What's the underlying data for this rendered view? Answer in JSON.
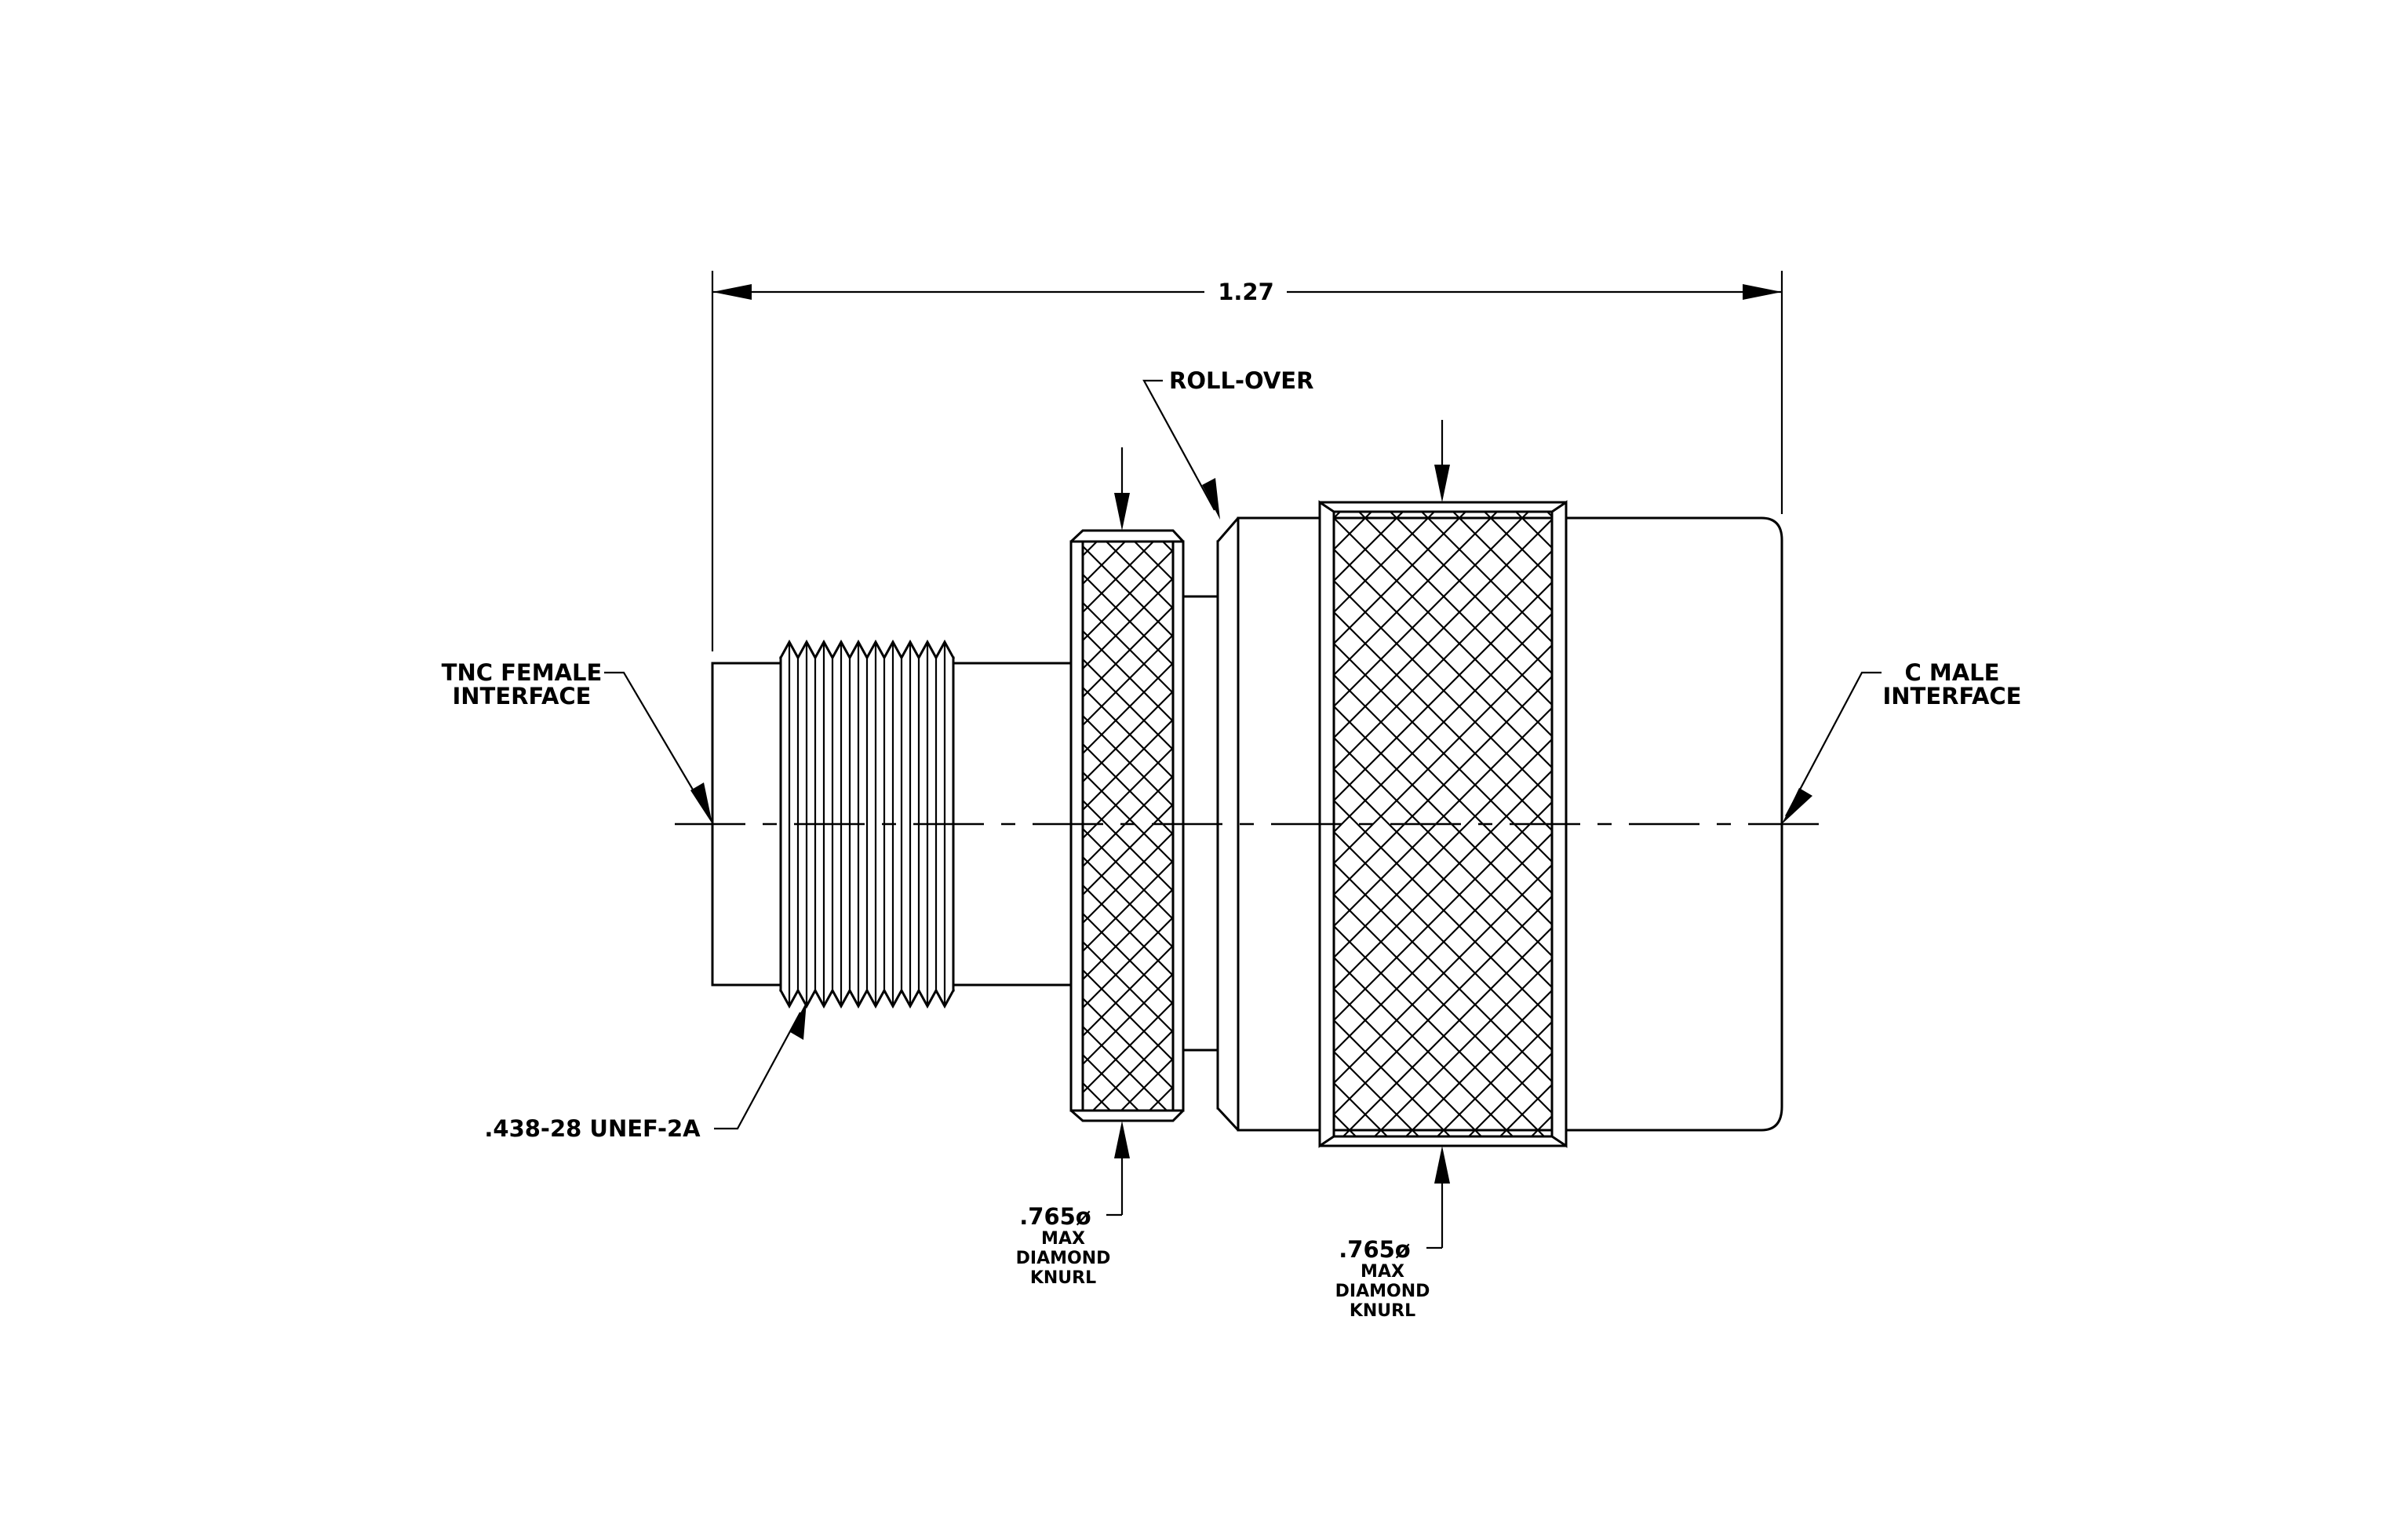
{
  "dimensions": {
    "overall_length": "1.27"
  },
  "labels": {
    "tnc_female": {
      "line1": "TNC  FEMALE",
      "line2": "INTERFACE"
    },
    "c_male": {
      "line1": "C  MALE",
      "line2": "INTERFACE"
    },
    "roll_over": "ROLL-OVER",
    "thread_spec": ".438-28  UNEF-2A",
    "knurl_small": {
      "dia": ".765ø",
      "line1": "MAX",
      "line2": "DIAMOND",
      "line3": "KNURL"
    },
    "knurl_large": {
      "dia": ".765ø",
      "line1": "MAX",
      "line2": "DIAMOND",
      "line3": "KNURL"
    }
  }
}
